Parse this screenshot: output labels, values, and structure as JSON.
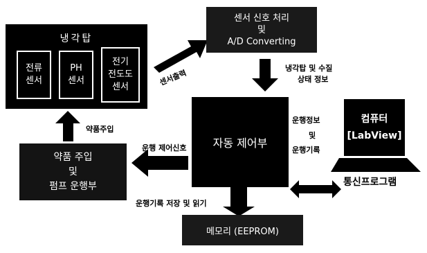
{
  "diagram": {
    "cooling_tower": {
      "title": "냉각탑",
      "sensors": [
        {
          "line1": "전류",
          "line2": "센서",
          "line3": ""
        },
        {
          "line1": "PH",
          "line2": "센서",
          "line3": ""
        },
        {
          "line1": "전기",
          "line2": "전도도",
          "line3": "센서"
        }
      ]
    },
    "signal_processing": {
      "line1": "센서 신호 처리",
      "line2": "및",
      "line3": "A/D Converting"
    },
    "controller": {
      "label": "자동 제어부"
    },
    "computer": {
      "line1": "컴퓨터",
      "line2": "[LabView]",
      "caption": "통신프로그램"
    },
    "pump": {
      "line1": "약품 주입",
      "line2": "및",
      "line3": "펌프 운행부"
    },
    "memory": {
      "label": "메모리 (EEPROM)"
    },
    "edges": {
      "sensor_output": "센서출력",
      "tower_status_1": "냉각탑 및 수질",
      "tower_status_2": "상태 정보",
      "run_info": "운행정보",
      "and": "및",
      "run_record": "운행기록",
      "run_control": "운행 제어신호",
      "chemical_injection": "약품주입",
      "record_save": "운행기록 저장 및 읽기"
    }
  }
}
